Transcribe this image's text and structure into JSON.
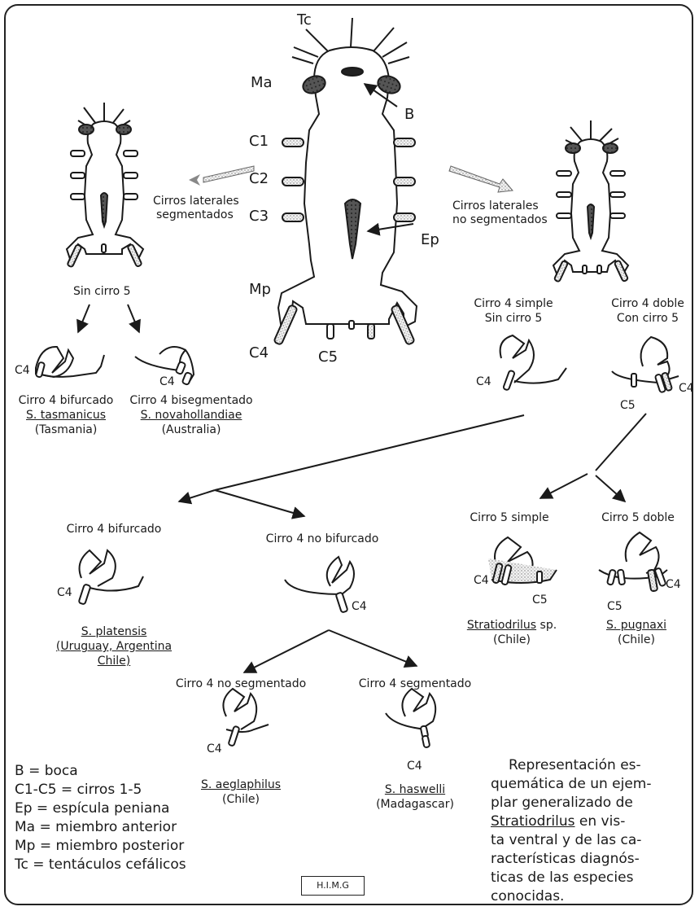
{
  "center_labels": {
    "tc": "Tc",
    "ma": "Ma",
    "b": "B",
    "c1": "C1",
    "c2": "C2",
    "c3": "C3",
    "ep": "Ep",
    "mp": "Mp",
    "c4": "C4",
    "c5": "C5"
  },
  "left_branch": {
    "arrow_label": [
      "Cirros laterales",
      "segmentados"
    ],
    "sub_label": "Sin cirro 5",
    "species": [
      {
        "c4": "C4",
        "desc": "Cirro 4 bifurcado",
        "name": "S. tasmanicus",
        "region": "(Tasmania)"
      },
      {
        "c4": "C4",
        "desc": "Cirro 4 bisegmentado",
        "name": "S. novahollandiae",
        "region": "(Australia)"
      }
    ]
  },
  "right_branch": {
    "arrow_label": [
      "Cirros laterales",
      "no segmentados"
    ],
    "option_a": [
      "Cirro 4 simple",
      "Sin cirro 5"
    ],
    "option_b": [
      "Cirro 4 doble",
      "Con cirro 5"
    ],
    "c4_a": "C4",
    "c4_b": "C4",
    "c5_b": "C5"
  },
  "lower_left": {
    "bifurcado": "Cirro 4 bifurcado",
    "no_bifurcado": "Cirro 4  no bifurcado",
    "c4_a": "C4",
    "c4_b": "C4",
    "platensis_name": "S. platensis",
    "platensis_region": [
      "(Uruguay, Argentina",
      "Chile)"
    ],
    "no_segmentado": "Cirro 4  no segmentado",
    "segmentado": "Cirro 4  segmentado",
    "c4_c": "C4",
    "c4_d": "C4",
    "aeglaphilus_name": "S. aeglaphilus",
    "aeglaphilus_region": "(Chile)",
    "haswelli_name": "S. haswelli",
    "haswelli_region": "(Madagascar)"
  },
  "lower_right": {
    "simple": "Cirro 5 simple",
    "doble": "Cirro 5 doble",
    "c4_a": "C4",
    "c5_a": "C5",
    "c5_b": "C5",
    "c4_b": "C4",
    "sp_name": "Stratiodrilus",
    "sp_suffix": " sp.",
    "sp_region": "(Chile)",
    "pugnaxi_name": "S. pugnaxi",
    "pugnaxi_region": "(Chile)"
  },
  "legend": [
    "B = boca",
    "C1-C5 = cirros 1-5",
    "Ep = espícula peniana",
    "Ma = miembro anterior",
    "Mp = miembro posterior",
    "Tc = tentáculos cefálicos"
  ],
  "caption": {
    "lines": [
      "Representación es-",
      "quemática de un ejem-",
      "plar generalizado de"
    ],
    "genus": "Stratiodrilus",
    "rest": [
      " en vis-",
      "ta ventral y de las ca-",
      "racterísticas diagnós-",
      "ticas de las especies",
      "conocidas."
    ]
  },
  "signature": "H.I.M.G"
}
